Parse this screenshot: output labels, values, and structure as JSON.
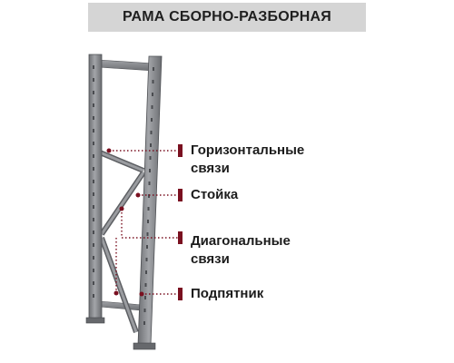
{
  "title": "РАМА СБОРНО-РАЗБОРНАЯ",
  "accent_color": "#7a1020",
  "frame_color": "#8a8c90",
  "callouts": [
    {
      "id": "horizontal",
      "lines": [
        "Горизонтальные",
        "связи"
      ]
    },
    {
      "id": "upright",
      "lines": [
        "Стойка"
      ]
    },
    {
      "id": "diagonal",
      "lines": [
        "Диагональные",
        "связи"
      ]
    },
    {
      "id": "footplate",
      "lines": [
        "Подпятник"
      ]
    }
  ]
}
